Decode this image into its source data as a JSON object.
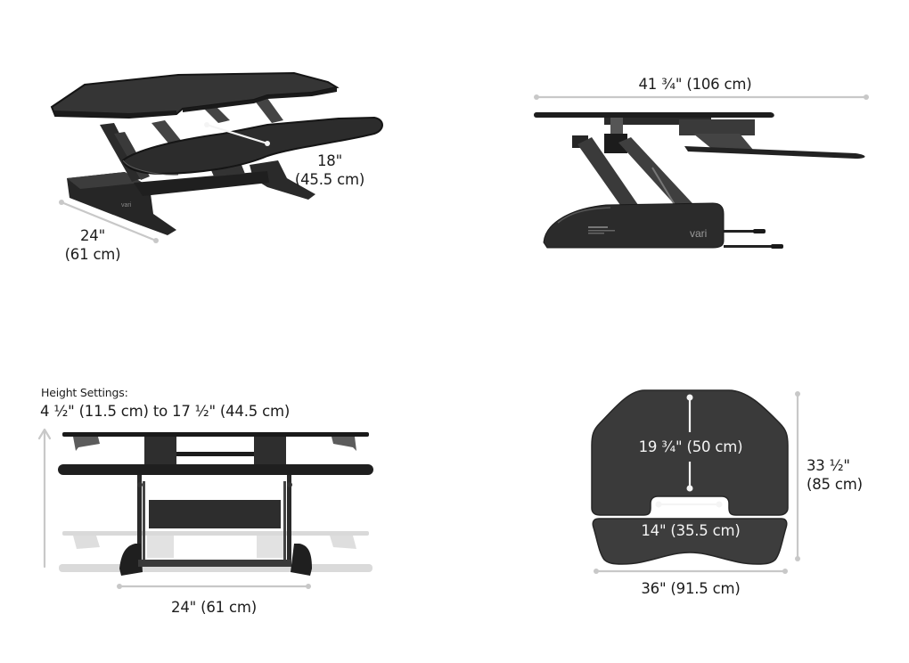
{
  "figure": {
    "subject": "standing desk converter dimensions",
    "brand_mark": "vari",
    "colors": {
      "desk_surface": "#2f2f2f",
      "desk_edge": "#1a1a1a",
      "frame": "#3a3a3a",
      "dimension_line": "#c8c8c8",
      "ghost_position": "#d8d8d8",
      "text": "#1c1c1c",
      "text_on_surface": "#f4f4f4"
    }
  },
  "views": {
    "perspective": {
      "depth_keyboard": {
        "line1": "18\"",
        "line2": "(45.5 cm)"
      },
      "base_depth": {
        "line1": "24\"",
        "line2": "(61 cm)"
      }
    },
    "side": {
      "overall_depth": "41 ¾\" (106 cm)",
      "base_logo": "vari"
    },
    "front": {
      "height_title": "Height Settings:",
      "height_range": "4 ½\" (11.5 cm) to 17 ½\" (44.5 cm)",
      "base_width": "24\" (61 cm)"
    },
    "top": {
      "desktop_depth": "19 ¾\" (50 cm)",
      "cutout_width": "14\" (35.5 cm)",
      "overall_width": "36\" (91.5 cm)",
      "overall_depth": {
        "line1": "33 ½\"",
        "line2": "(85 cm)"
      }
    }
  }
}
